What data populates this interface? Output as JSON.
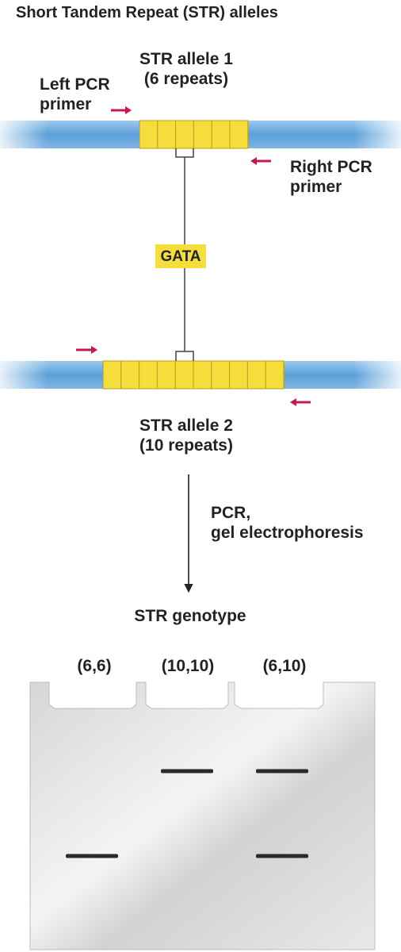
{
  "title": "Short Tandem Repeat (STR) alleles",
  "allele1": {
    "label_line1": "STR allele 1",
    "label_line2": "(6 repeats)",
    "repeats": 6
  },
  "allele2": {
    "label_line1": "STR allele 2",
    "label_line2": "(10 repeats)",
    "repeats": 10
  },
  "left_primer": {
    "line1": "Left PCR",
    "line2": "primer"
  },
  "right_primer": {
    "line1": "Right PCR",
    "line2": "primer"
  },
  "repeat_unit": "GATA",
  "process": {
    "line1": "PCR,",
    "line2": "gel electrophoresis"
  },
  "genotype_heading": "STR genotype",
  "gel": {
    "lanes": [
      {
        "label": "(6,6)",
        "alleles": [
          6
        ]
      },
      {
        "label": "(10,10)",
        "alleles": [
          10
        ]
      },
      {
        "label": "(6,10)",
        "alleles": [
          6,
          10
        ]
      }
    ]
  },
  "colors": {
    "dna_blue": "#5b9fd9",
    "repeat_yellow": "#f5de3c",
    "primer_red": "#c8184a",
    "band": "#2a2a2a"
  }
}
